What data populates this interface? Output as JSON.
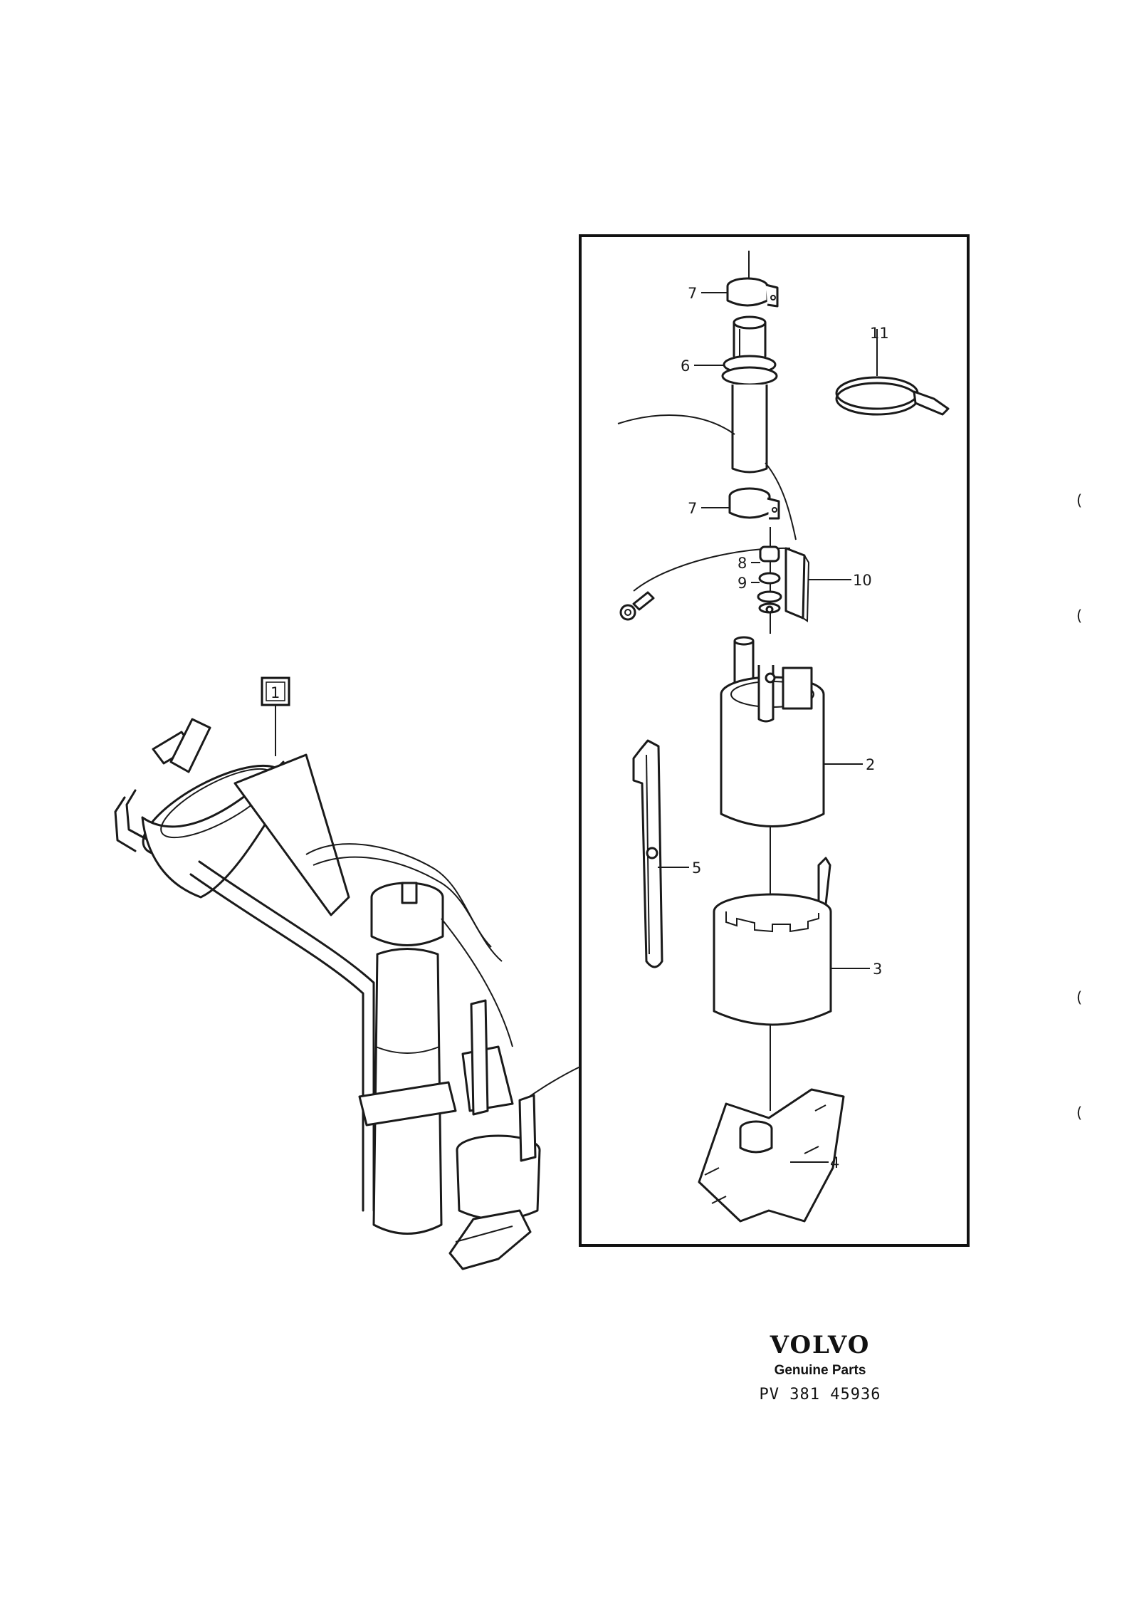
{
  "diagram": {
    "assembly_callout": "1",
    "callouts": {
      "c2": "2",
      "c3": "3",
      "c4": "4",
      "c5": "5",
      "c6": "6",
      "c7a": "7",
      "c7b": "7",
      "c8": "8",
      "c9": "9",
      "c10": "10",
      "c11": "11"
    },
    "margin_marks": [
      "(",
      "(",
      "(",
      "("
    ]
  },
  "footer": {
    "brand": "VOLVO",
    "tagline": "Genuine Parts",
    "part_ref": "PV 381 45936"
  }
}
